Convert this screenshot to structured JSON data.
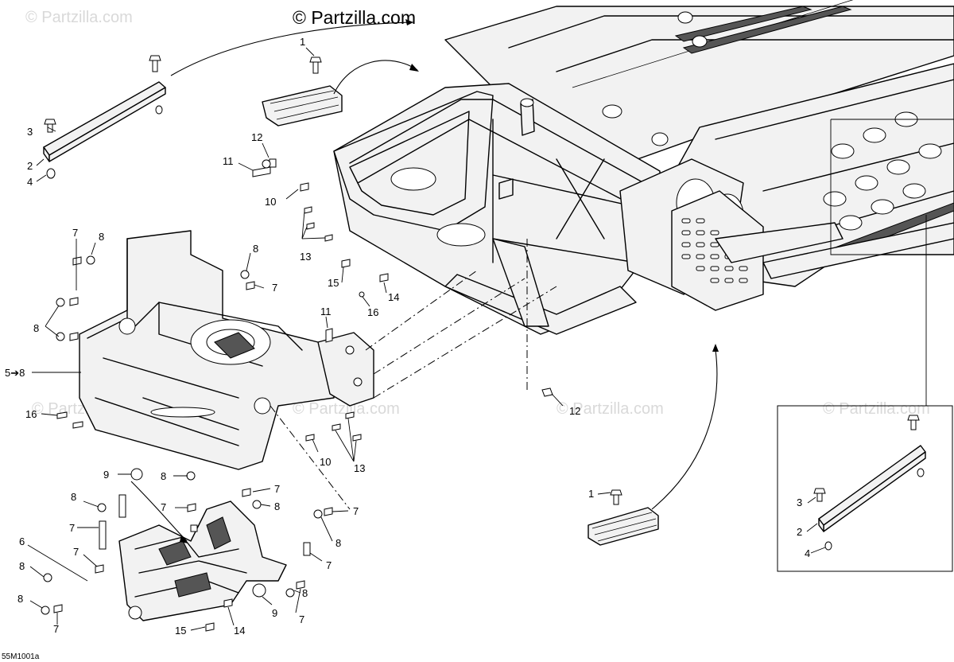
{
  "copyright": "© Partzilla.com",
  "watermark": "© Partzilla.com",
  "diagram_code": "55M1001a",
  "callouts": {
    "c1_top": "1",
    "c1_bottom": "1",
    "c2_left": "2",
    "c2_right": "2",
    "c3_left": "3",
    "c3_right": "3",
    "c4_left": "4",
    "c4_right": "4",
    "c5": "5➔8",
    "c6": "6",
    "c7_a": "7",
    "c7_b": "7",
    "c7_c": "7",
    "c7_d": "7",
    "c7_e": "7",
    "c7_f": "7",
    "c7_g": "7",
    "c7_h": "7",
    "c7_i": "7",
    "c7_j": "7",
    "c8_a": "8",
    "c8_b": "8",
    "c8_c": "8",
    "c8_d": "8",
    "c8_e": "8",
    "c8_f": "8",
    "c8_g": "8",
    "c8_h": "8",
    "c8_i": "8",
    "c8_j": "8",
    "c9_a": "9",
    "c9_b": "9",
    "c10_a": "10",
    "c10_b": "10",
    "c11_a": "11",
    "c11_b": "11",
    "c12_a": "12",
    "c12_b": "12",
    "c13_a": "13",
    "c13_b": "13",
    "c14_a": "14",
    "c14_b": "14",
    "c15_a": "15",
    "c15_b": "15",
    "c16_a": "16",
    "c16_b": "16"
  }
}
